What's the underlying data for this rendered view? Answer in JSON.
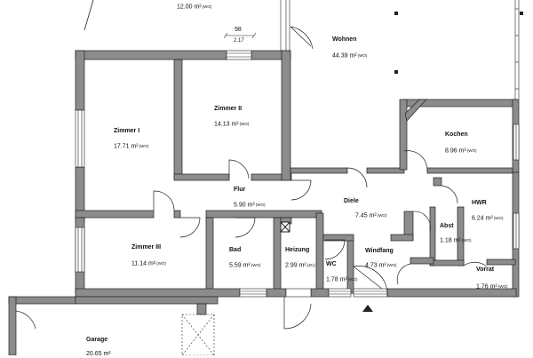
{
  "rooms": {
    "top_room": {
      "area": "12.00 m²",
      "unit": "(WO)"
    },
    "wohnen": {
      "name": "Wohnen",
      "area": "44.39 m²",
      "unit": "(WO)"
    },
    "zimmer1": {
      "name": "Zimmer I",
      "area": "17.71 m²",
      "unit": "(WO)"
    },
    "zimmer2": {
      "name": "Zimmer II",
      "area": "14.13 m²",
      "unit": "(WO)"
    },
    "kochen": {
      "name": "Kochen",
      "area": "8.96 m²",
      "unit": "(WO)"
    },
    "flur": {
      "name": "Flur",
      "area": "5.90 m²",
      "unit": "(WO)"
    },
    "diele": {
      "name": "Diele",
      "area": "7.45 m²",
      "unit": "(WO)"
    },
    "hwr": {
      "name": "HWR",
      "area": "6.24 m²",
      "unit": "(WO)"
    },
    "abst": {
      "name": "Abst",
      "area": "1.18 m²",
      "unit": "(WO)"
    },
    "zimmer3": {
      "name": "Zimmer III",
      "area": "11.14 m²",
      "unit": "(WO)"
    },
    "bad": {
      "name": "Bad",
      "area": "5.59 m²",
      "unit": "(WO)"
    },
    "heizung": {
      "name": "Heizung",
      "area": "2.99 m²",
      "unit": "(ZU)"
    },
    "wc": {
      "name": "WC",
      "area": "1.78 m²",
      "unit": "(WO)"
    },
    "windfang": {
      "name": "Windfang",
      "area": "4.73 m²",
      "unit": "(WO)"
    },
    "vorrat": {
      "name": "Vorrat",
      "area": "1.76 m²",
      "unit": "(WO)"
    },
    "garage": {
      "name": "Garage",
      "area": "20.65 m²"
    }
  },
  "door_dimension": {
    "width": "98",
    "height": "2.17"
  },
  "colors": {
    "wall": "#8c8c8c",
    "wall_outline": "#222222",
    "line": "#222222"
  }
}
